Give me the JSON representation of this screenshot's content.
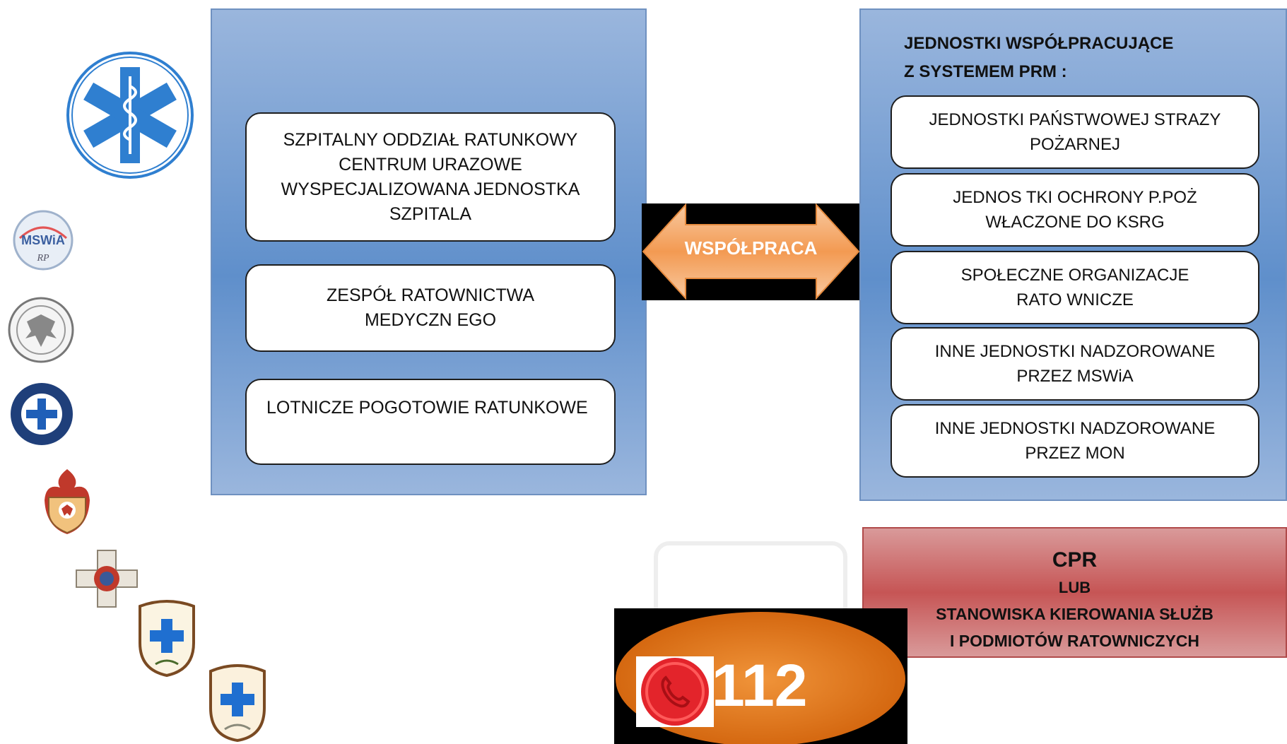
{
  "left_panel": {
    "box_sor": {
      "lines": [
        "SZPITALNY ODDZIAŁ RATUNKOWY",
        "CENTRUM URAZOWE",
        "WYSPECJALIZOWANA JEDNOSTKA",
        "SZPITALA"
      ]
    },
    "box_zrm": {
      "lines": [
        "ZESPÓŁ RATOWNICTWA",
        "MEDYCZN EGO"
      ]
    },
    "box_lpr": {
      "text": "LOTNICZE POGOTOWIE RATUNKOWE"
    }
  },
  "arrow": {
    "label": "WSPÓŁPRACA"
  },
  "right_panel": {
    "title_line1": "JEDNOSTKI  WSPÓŁPRACUJĄCE",
    "title_line2": "Z SYSTEMEM PRM  :",
    "boxes": [
      {
        "line1": "JEDNOSTKI PAŃSTWOWEJ STRAZY",
        "line2": "POŻARNEJ"
      },
      {
        "line1": "JEDNOS TKI OCHRONY P.POŻ",
        "line2": "WŁACZONE DO KSRG"
      },
      {
        "line1": "SPOŁECZNE ORGANIZACJE",
        "line2": "RATO WNICZE"
      },
      {
        "line1": "INNE JEDNOSTKI NADZOROWANE",
        "line2": "PRZEZ MSWiA"
      },
      {
        "line1": "INNE JEDNOSTKI NADZOROWANE",
        "line2": "PRZEZ MON"
      }
    ]
  },
  "cpr": {
    "line1": "CPR",
    "line2": "LUB",
    "line3": "STANOWISKA KIEROWANIA SŁUŻB",
    "line4": "I PODMIOTÓW RATOWNICZYCH"
  },
  "emergency": {
    "number": "112"
  },
  "logos": {
    "star_of_life": "star-of-life-icon",
    "mswia": "MSWiA",
    "mswia_sub": "RP"
  },
  "colors": {
    "panel_blue": "#7fa3d6",
    "arrow_orange": "#f4a261",
    "cpr_red": "#c65555",
    "ellipse_orange": "#e36c0a",
    "star_blue": "#2f7fd0"
  }
}
